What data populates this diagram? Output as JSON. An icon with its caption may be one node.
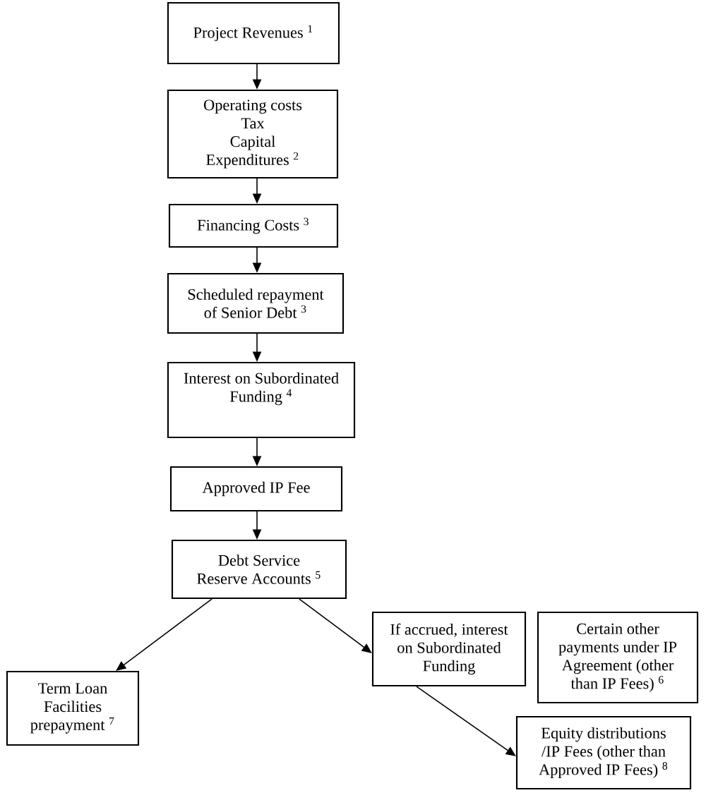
{
  "diagram": {
    "nodes": [
      {
        "text": [
          "Project Revenues $^{1}$"
        ]
      },
      {
        "text": [
          "Operating costs",
          "Tax",
          "Capital Expenditures $^{2}$"
        ]
      },
      {
        "text": [
          "Financing Costs $^{3}$"
        ]
      },
      {
        "text": [
          "Scheduled repayment of Senior Debt $^{3}$"
        ]
      },
      {
        "text": [
          "Interest on Subordinated Funding $^{4}$"
        ]
      },
      {
        "text": [
          "Approved IP Fee"
        ]
      },
      {
        "text": [
          "Debt Service Reserve Accounts $^{5}$"
        ]
      },
      {
        "text": [
          "Term Loan Facilities prepayment $^{7}$"
        ]
      },
      {
        "text": [
          "If accrued, interest on Subordinated Funding"
        ]
      },
      {
        "text": [
          "Certain other payments under IP Agreement (other than IP Fees) $^{6}$"
        ]
      },
      {
        "text": [
          "Equity distributions /IP Fees (other than Approved IP Fees) $^{8}$"
        ]
      }
    ],
    "edges": [
      {
        "from": 0,
        "to": 1,
        "arrow": "to"
      },
      {
        "from": 1,
        "to": 2,
        "arrow": "to"
      },
      {
        "from": 2,
        "to": 3,
        "arrow": "to"
      },
      {
        "from": 3,
        "to": 4,
        "arrow": "to"
      },
      {
        "from": 4,
        "to": 5,
        "arrow": "to"
      },
      {
        "from": 5,
        "to": 6,
        "arrow": "to"
      },
      {
        "from": 6,
        "to": 7,
        "arrow": "to"
      },
      {
        "from": 6,
        "to": 8,
        "arrow": "to"
      },
      {
        "from": 8,
        "to": 10,
        "arrow": "to"
      }
    ]
  }
}
